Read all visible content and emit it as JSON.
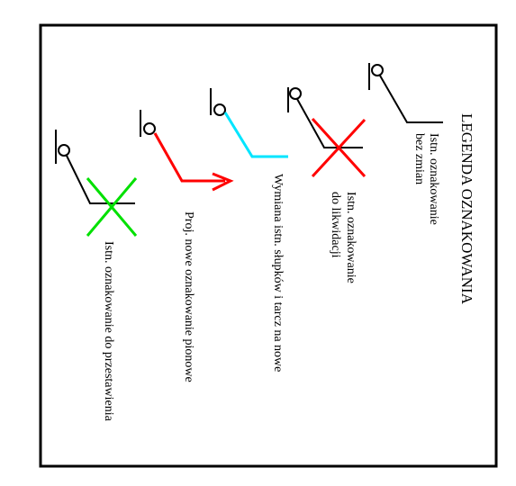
{
  "legend": {
    "title": "LEGENDA OZNAKOWANIA",
    "items": [
      {
        "line1": "Istn. oznakowanie",
        "line2": "bez zmian",
        "color": "#000000",
        "marker": "none"
      },
      {
        "line1": "Istn. oznakowanie",
        "line2": "do likwidacji",
        "color": "#ff0000",
        "marker": "red-x"
      },
      {
        "line1": "Wymiana istn. słupków i tarcz na nowe",
        "color": "#00e5ff",
        "marker": "none"
      },
      {
        "line1": "Proj. nowe oznakowanie pionowe",
        "color": "#ff0000",
        "marker": "arrow"
      },
      {
        "line1": "Istn. oznakowanie do przestawienia",
        "color": "#00e000",
        "marker": "green-x"
      }
    ]
  }
}
